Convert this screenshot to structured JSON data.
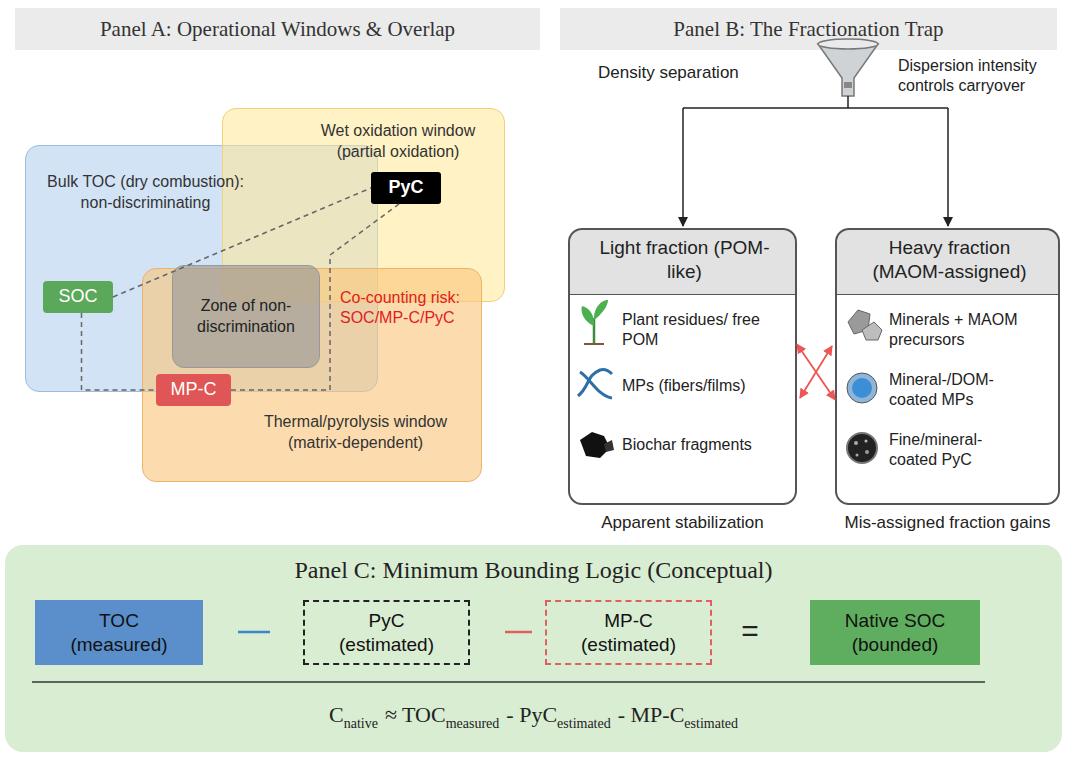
{
  "diagram": {
    "nodes": [
      {
        "text": [
          "Panel A: Operational Windows & Overlap"
        ]
      },
      {
        "text": [
          "Bulk TOC (dry combustion): non-discriminating"
        ]
      },
      {
        "text": [
          "Wet oxidation window (partial oxidation)"
        ]
      },
      {
        "text": [
          "Thermal/pyrolysis window (matrix-dependent)"
        ]
      },
      {
        "text": [
          "Zone of non-discrimination"
        ]
      },
      {
        "text": [
          "SOC"
        ],
        "in": 1
      },
      {
        "text": [
          "PyC"
        ],
        "in": 2
      },
      {
        "text": [
          "MP-C"
        ],
        "in": 3
      },
      {
        "text": [
          "Panel B: The Fractionation Trap"
        ]
      },
      {
        "text": [
          "Light fraction (POM-like)",
          "Plant residues/ free POM",
          "MPs (fibers/films)",
          "Biochar fragments"
        ]
      },
      {
        "text": [
          "Heavy fraction (MAOM-assigned)",
          "Minerals + MAOM precursors",
          "Mineral-/DOM- coated MPs",
          "Fine/mineral- coated PyC"
        ]
      },
      {
        "text": [
          "Panel C: Minimum Bounding Logic (Conceptual)"
        ]
      },
      {
        "text": [
          "TOC (measured)"
        ],
        "in": 11
      },
      {
        "text": [
          "PyC (estimated)"
        ],
        "in": 11
      },
      {
        "text": [
          "MP-C (estimated)"
        ],
        "in": 11
      },
      {
        "text": [
          "Native SOC (bounded)"
        ],
        "in": 11
      }
    ],
    "edges": [
      {
        "from": 5,
        "to": 6,
        "arrow": "none"
      },
      {
        "from": 5,
        "to": 7,
        "arrow": "none"
      },
      {
        "from": 7,
        "to": 6,
        "arrow": "none"
      },
      {
        "from": 9,
        "to": 10,
        "arrow": "both"
      }
    ],
    "labels": [
      "Co-counting risk: SOC/MP-C/PyC",
      "Density separation",
      "Dispersion intensity controls carryover",
      "Apparent stabilization",
      "Mis-assigned fraction gains",
      "=",
      "C",
      "native",
      "≈ TOC",
      "measured",
      "- PyC",
      "estimated",
      "- MP-C",
      "estimated"
    ]
  }
}
